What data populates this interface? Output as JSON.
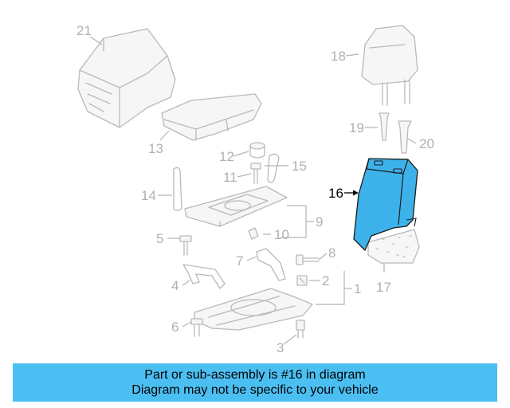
{
  "callouts": {
    "c1": "1",
    "c2": "2",
    "c3": "3",
    "c4": "4",
    "c5": "5",
    "c6": "6",
    "c7": "7",
    "c8": "8",
    "c9": "9",
    "c10": "10",
    "c11": "11",
    "c12": "12",
    "c13": "13",
    "c14": "14",
    "c15": "15",
    "c16": "16",
    "c17": "17",
    "c18": "18",
    "c19": "19",
    "c20": "20",
    "c21": "21"
  },
  "highlight": {
    "part_number": "16",
    "color": "#3db2ea"
  },
  "banner": {
    "line1": "Part or sub-assembly is #16 in diagram",
    "line2": "Diagram may not be specific to your vehicle",
    "color": "#4cbff2"
  }
}
